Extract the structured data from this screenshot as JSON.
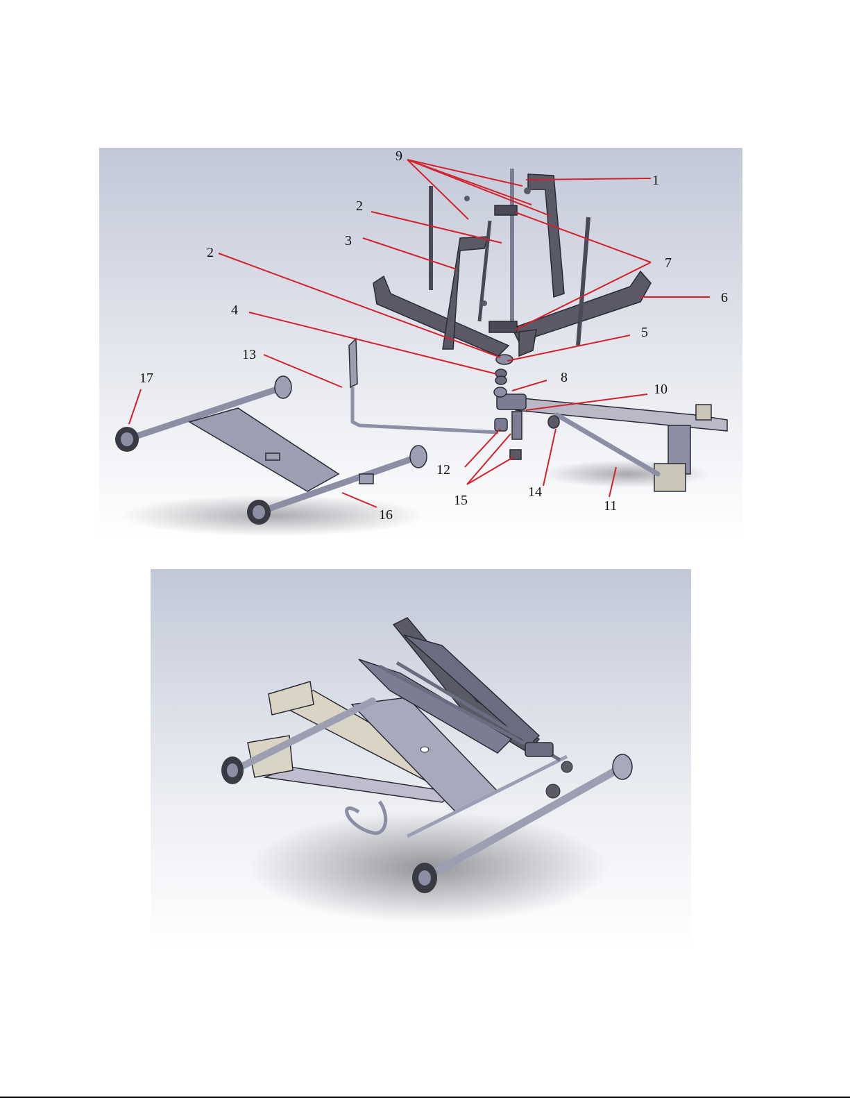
{
  "exploded_view": {
    "callouts": [
      {
        "id": "c9",
        "label": "9"
      },
      {
        "id": "c1",
        "label": "1"
      },
      {
        "id": "c2a",
        "label": "2"
      },
      {
        "id": "c3",
        "label": "3"
      },
      {
        "id": "c2b",
        "label": "2"
      },
      {
        "id": "c7",
        "label": "7"
      },
      {
        "id": "c6",
        "label": "6"
      },
      {
        "id": "c4",
        "label": "4"
      },
      {
        "id": "c5",
        "label": "5"
      },
      {
        "id": "c13",
        "label": "13"
      },
      {
        "id": "c17",
        "label": "17"
      },
      {
        "id": "c8",
        "label": "8"
      },
      {
        "id": "c10",
        "label": "10"
      },
      {
        "id": "c12",
        "label": "12"
      },
      {
        "id": "c15",
        "label": "15"
      },
      {
        "id": "c14",
        "label": "14"
      },
      {
        "id": "c11",
        "label": "11"
      },
      {
        "id": "c16",
        "label": "16"
      }
    ]
  },
  "colors": {
    "leader_line": "#d3202a",
    "part_dark": "#5a5a66",
    "part_mid": "#8c8ea3",
    "part_light": "#b9b9c8",
    "part_beige": "#d9d4c4",
    "background_top": "#b9c1d4",
    "background_bottom": "#ffffff"
  }
}
